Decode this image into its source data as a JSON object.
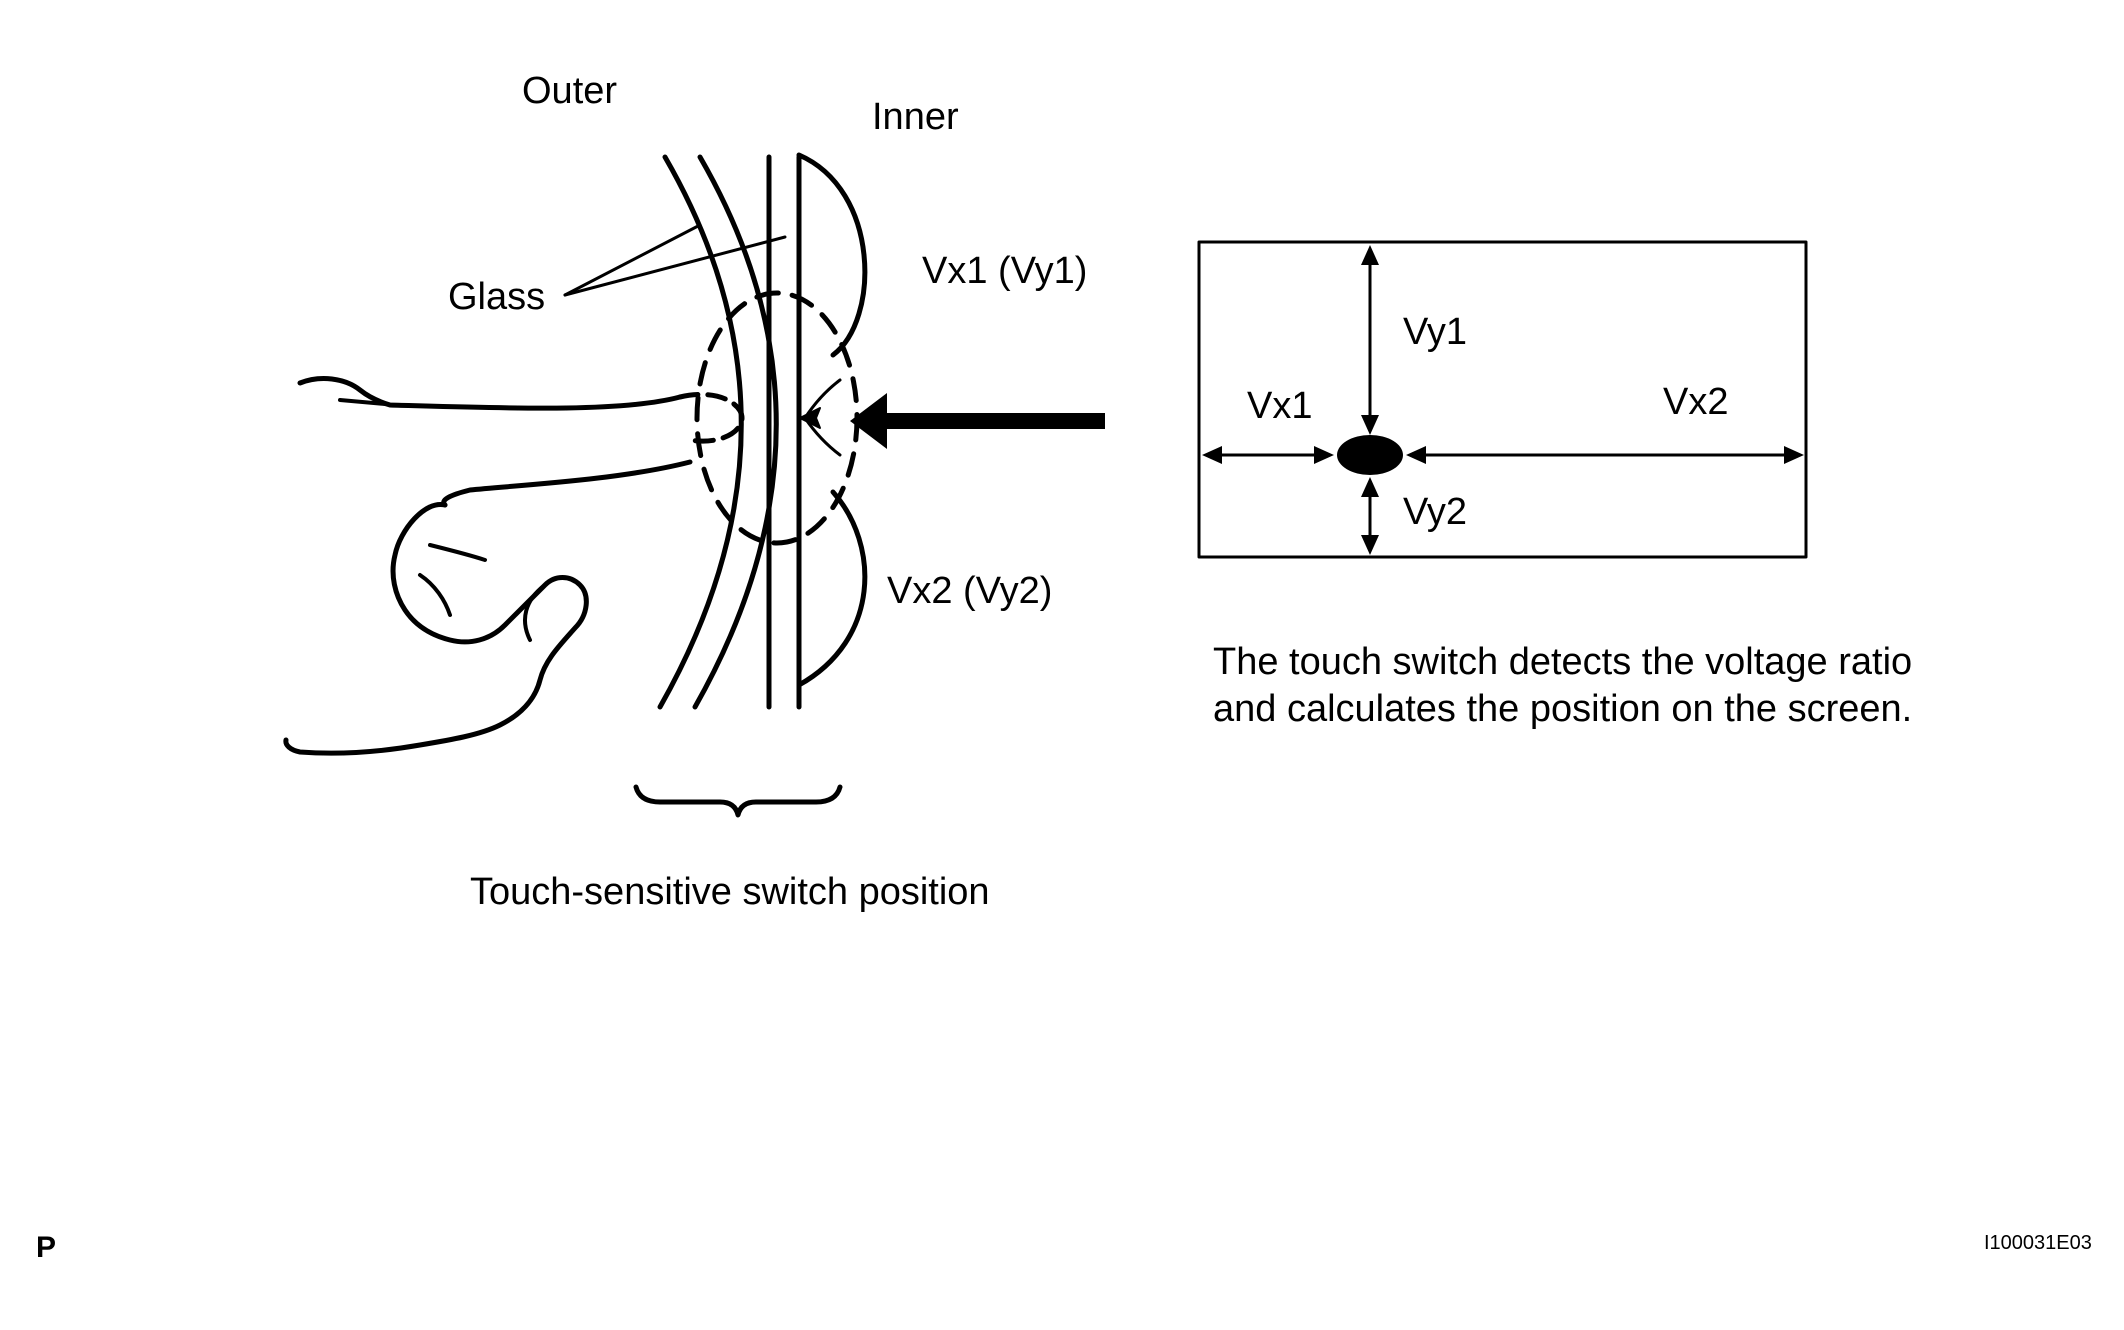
{
  "labels": {
    "outer": "Outer",
    "inner": "Inner",
    "glass": "Glass",
    "vx1_vy1": "Vx1 (Vy1)",
    "vx2_vy2": "Vx2 (Vy2)",
    "switch_position": "Touch-sensitive switch position",
    "vy1": "Vy1",
    "vy2": "Vy2",
    "vx1": "Vx1",
    "vx2": "Vx2"
  },
  "caption": {
    "line1": "The touch switch detects the voltage ratio",
    "line2": "and calculates the position on the screen."
  },
  "footer": {
    "page_letter": "P",
    "figure_id": "I100031E03"
  }
}
